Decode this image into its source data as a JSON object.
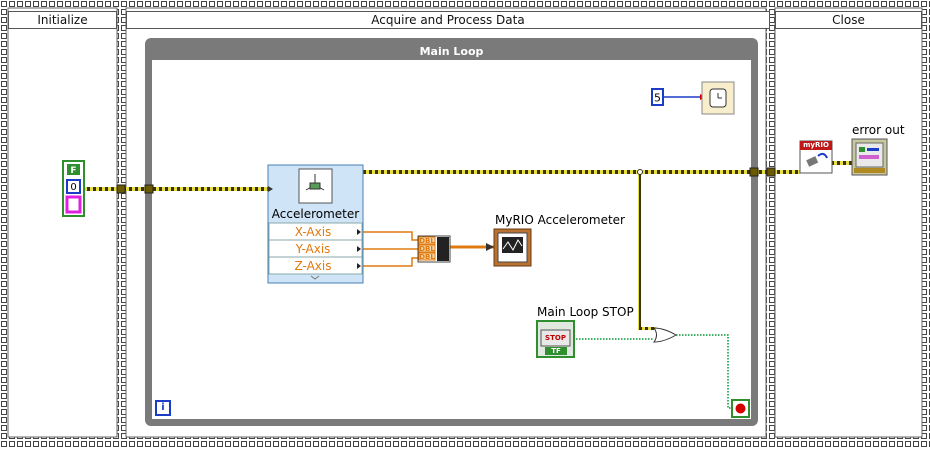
{
  "frames": {
    "initialize": "Initialize",
    "acquire": "Acquire and Process Data",
    "close": "Close"
  },
  "loop": {
    "title": "Main Loop",
    "iteration_terminal": "i"
  },
  "constants": {
    "wait_ms": "5"
  },
  "cluster_const": {
    "status": "F",
    "code": "0"
  },
  "accelerometer": {
    "name": "Accelerometer",
    "outputs": [
      "X-Axis",
      "Y-Axis",
      "Z-Axis"
    ],
    "build_types": [
      "DBL",
      "DBL",
      "DBL"
    ]
  },
  "indicators": {
    "graph_label": "MyRIO Accelerometer",
    "stop_label": "Main Loop STOP",
    "stop_button_text": "STOP",
    "stop_tf": "TF",
    "error_out_label": "error out",
    "myrio_vi_text": "myRIO"
  },
  "icons": {
    "wait": "wait-timer-icon",
    "or": "or-gate-icon",
    "stop_terminal": "loop-stop-condition-icon"
  },
  "colors": {
    "frame_border": "#555555",
    "loop_gray": "#7a7a7a",
    "error_wire": "#6b5a00",
    "numeric_wire": "#e07a10",
    "boolean_wire": "#009933",
    "accent_blue": "#1a3cc8"
  }
}
